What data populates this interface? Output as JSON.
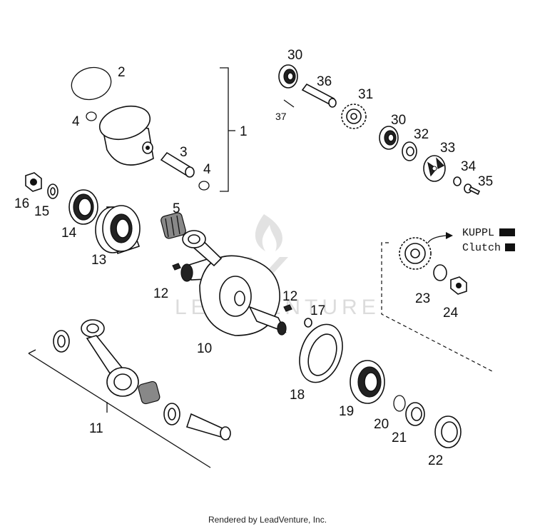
{
  "labels": {
    "n1": "1",
    "n2": "2",
    "n3": "3",
    "n4a": "4",
    "n4b": "4",
    "n5": "5",
    "n10": "10",
    "n11": "11",
    "n12a": "12",
    "n12b": "12",
    "n13": "13",
    "n14": "14",
    "n15": "15",
    "n16": "16",
    "n17": "17",
    "n18": "18",
    "n19": "19",
    "n20": "20",
    "n21": "21",
    "n22": "22",
    "n23": "23",
    "n24": "24",
    "n30a": "30",
    "n30b": "30",
    "n31": "31",
    "n32": "32",
    "n33": "33",
    "n34": "34",
    "n35": "35",
    "n36": "36",
    "n37": "37"
  },
  "callout": {
    "line1": "KUPPL",
    "line2": "Clutch"
  },
  "watermark": "LEADVENTURE",
  "footer": "Rendered by LeadVenture, Inc."
}
